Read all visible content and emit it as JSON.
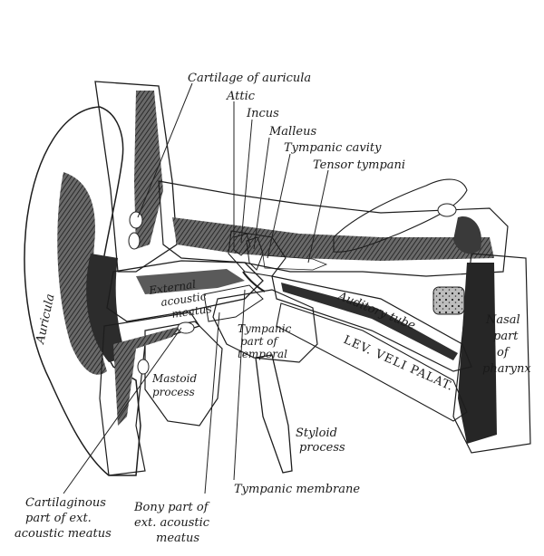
{
  "labels": {
    "cartilage_auricula": "Cartilage of auricula",
    "attic": "Attic",
    "incus": "Incus",
    "malleus": "Malleus",
    "tympanic_cavity": "Tympanic cavity",
    "tensor_tympani": "Tensor tympani",
    "auricula": "Auricula",
    "external_meatus": [
      "External",
      "acoustic",
      "meatus"
    ],
    "auditory_tube": "Auditory tube",
    "nasal_pharynx": [
      "Nasal",
      "part",
      "of",
      "pharynx"
    ],
    "tympanic_part": [
      "Tympanic",
      "part of",
      "temporal"
    ],
    "mastoid_process": [
      "Mastoid",
      "process"
    ],
    "lev_veli": "LEV. VELI PALAT.",
    "styloid_process": [
      "Styloid",
      "process"
    ],
    "tympanic_membrane": "Tympanic membrane",
    "cartilaginous_meatus": [
      "Cartilaginous",
      "part of ext.",
      "acoustic meatus"
    ],
    "bony_meatus": [
      "Bony part of",
      "ext. acoustic",
      "meatus"
    ]
  },
  "colors": {
    "ink": "#1d1d1d",
    "shade_dark": "#4a4a4a",
    "shade_mid": "#8a8a8a",
    "shade_light": "#d6d6d6",
    "paper": "#ffffff"
  }
}
